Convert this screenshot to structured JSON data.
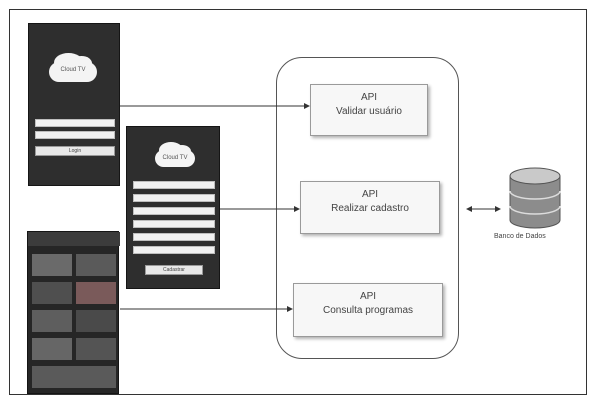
{
  "phones": {
    "login": {
      "brand": "Cloud TV",
      "button_label": "Login"
    },
    "register": {
      "brand": "Cloud TV",
      "button_label": "Cadastrar"
    }
  },
  "api_boxes": [
    {
      "title": "API",
      "label": "Validar usuário"
    },
    {
      "title": "API",
      "label": "Realizar cadastro"
    },
    {
      "title": "API",
      "label": "Consulta programas"
    }
  ],
  "database": {
    "label": "Banco de Dados"
  },
  "colors": {
    "phone_bg": "#2e2e2e",
    "api_box_bg": "#f7f7f7",
    "line": "#333333"
  }
}
